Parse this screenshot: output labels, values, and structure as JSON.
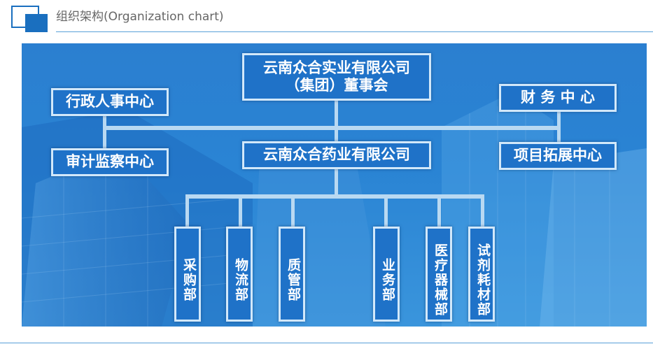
{
  "header": {
    "title": "组织架构(Organization chart)"
  },
  "org": {
    "board_line1": "云南众合实业有限公司",
    "board_line2": "（集团）董事会",
    "admin_hr": "行政人事中心",
    "audit": "审计监察中心",
    "finance": "财 务 中 心",
    "project": "项目拓展中心",
    "company": "云南众合药业有限公司",
    "departments": [
      "采购部",
      "物流部",
      "质管部",
      "业务部",
      "医疗器械部",
      "试剂耗材部"
    ]
  }
}
